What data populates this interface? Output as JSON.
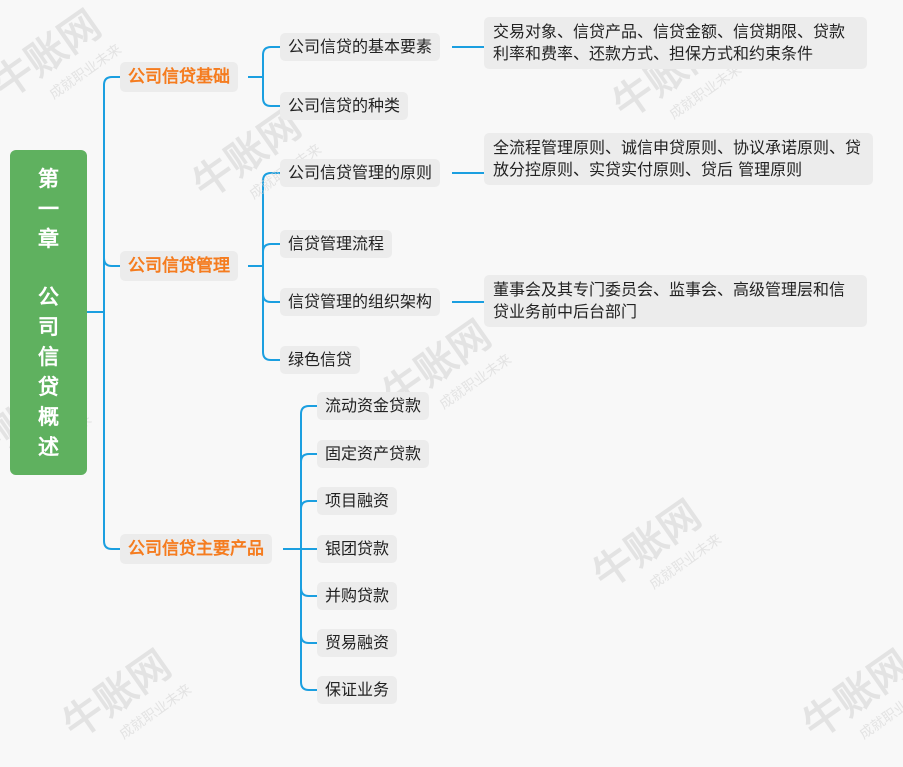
{
  "root": {
    "col1": [
      "第",
      "一",
      "章"
    ],
    "col2": [
      "公",
      "司",
      "信",
      "贷",
      "概",
      "述"
    ]
  },
  "watermark": {
    "brand": "牛账网",
    "slogan": "成就职业未来"
  },
  "branches": [
    {
      "label": "公司信贷基础",
      "children": [
        {
          "label": "公司信贷的基本要素",
          "detail": "交易对象、信贷产品、信贷金额、信贷期限、贷款利率和费率、还款方式、担保方式和约束条件"
        },
        {
          "label": "公司信贷的种类"
        }
      ]
    },
    {
      "label": "公司信贷管理",
      "children": [
        {
          "label": "公司信贷管理的原则",
          "detail": "全流程管理原则、诚信申贷原则、协议承诺原则、贷放分控原则、实贷实付原则、贷后 管理原则"
        },
        {
          "label": "信贷管理流程"
        },
        {
          "label": "信贷管理的组织架构",
          "detail": "董事会及其专门委员会、监事会、高级管理层和信贷业务前中后台部门"
        },
        {
          "label": "绿色信贷"
        }
      ]
    },
    {
      "label": "公司信贷主要产品",
      "children": [
        {
          "label": "流动资金贷款"
        },
        {
          "label": "固定资产贷款"
        },
        {
          "label": "项目融资"
        },
        {
          "label": "银团贷款"
        },
        {
          "label": "并购贷款"
        },
        {
          "label": "贸易融资"
        },
        {
          "label": "保证业务"
        }
      ]
    }
  ],
  "colors": {
    "connector": "#1b9fe0",
    "root_bg": "#5fb15f",
    "level1_text": "#f57c1f",
    "node_bg": "#ececec"
  }
}
